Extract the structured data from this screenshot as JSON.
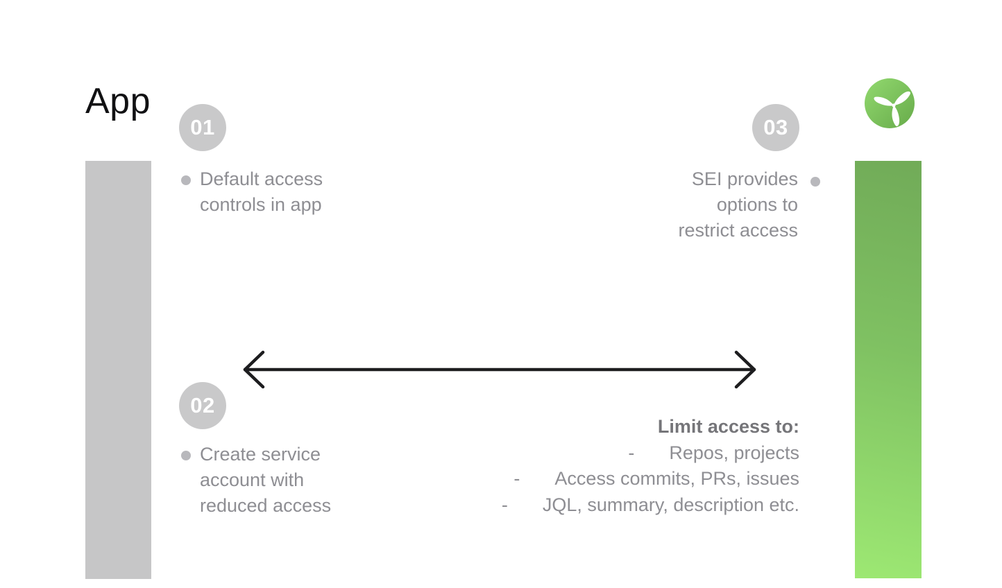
{
  "page": {
    "title": "App"
  },
  "steps": [
    {
      "number": "01",
      "lines": [
        "Default access",
        "controls in app"
      ]
    },
    {
      "number": "02",
      "lines": [
        "Create service",
        "account with",
        "reduced access"
      ]
    },
    {
      "number": "03",
      "lines": [
        "SEI provides",
        "options to",
        "restrict access"
      ]
    }
  ],
  "limit_block": {
    "heading": "Limit access to:",
    "dash": "-",
    "items": [
      "Repos, projects",
      "Access commits, PRs, issues",
      "JQL, summary, description etc."
    ]
  },
  "icons": {
    "logo": "propeller-icon",
    "arrow": "double-headed-arrow"
  },
  "colors": {
    "background": "#ffffff",
    "title_text": "#111113",
    "left_bar": "#c6c6c7",
    "right_bar_top": "#71ab58",
    "right_bar_bottom": "#9de873",
    "step_circle": "#c9c9ca",
    "step_number": "#ffffff",
    "body_text": "#8e8e93",
    "heading_text": "#757579",
    "bullet": "#b8b8bc",
    "arrow": "#1d1d1f",
    "logo_green_light": "#92d96f",
    "logo_green_dark": "#67ab4a"
  }
}
